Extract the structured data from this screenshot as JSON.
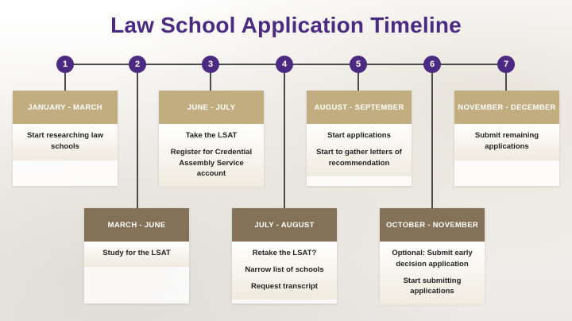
{
  "title": "Law School Application Timeline",
  "colors": {
    "accent": "#4b2a82",
    "card_header": "#c2ad80",
    "card_header_dark": "#847258"
  },
  "steps": [
    {
      "number": "1",
      "period": "JANUARY - MARCH",
      "items": [
        "Start researching law schools"
      ]
    },
    {
      "number": "2",
      "period": "MARCH - JUNE",
      "items": [
        "Study for the LSAT"
      ]
    },
    {
      "number": "3",
      "period": "JUNE - JULY",
      "items": [
        "Take the LSAT",
        "Register for Credential Assembly Service account"
      ]
    },
    {
      "number": "4",
      "period": "JULY - AUGUST",
      "items": [
        "Retake the LSAT?",
        "Narrow list of schools",
        "Request transcript"
      ]
    },
    {
      "number": "5",
      "period": "AUGUST - SEPTEMBER",
      "items": [
        "Start applications",
        "Start to gather letters of recommendation"
      ]
    },
    {
      "number": "6",
      "period": "OCTOBER - NOVEMBER",
      "items": [
        "Optional: Submit early decision application",
        "Start submitting applications"
      ]
    },
    {
      "number": "7",
      "period": "NOVEMBER - DECEMBER",
      "items": [
        "Submit remaining applications"
      ]
    }
  ]
}
